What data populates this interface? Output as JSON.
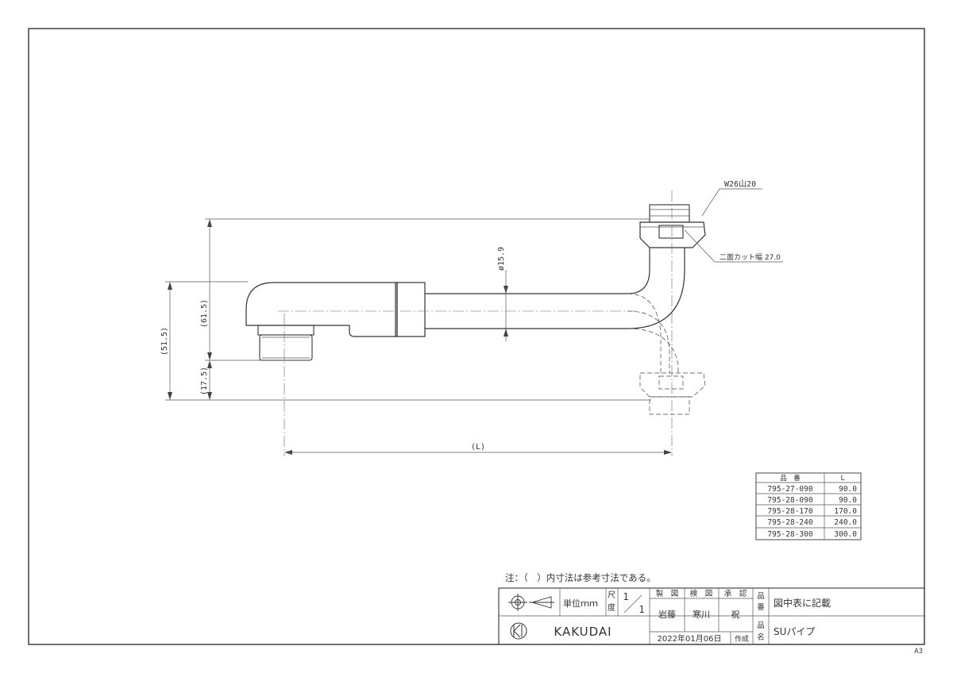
{
  "drawing": {
    "thread_label": "W26山20",
    "cut_width_label": "二面カット幅 27.0",
    "diameter_label": "ø15.9",
    "dim_61_5": "(61.5)",
    "dim_51_5": "(51.5)",
    "dim_17_5": "(17.5)",
    "dim_L": "(L)"
  },
  "table": {
    "headers": [
      "品　番",
      "L"
    ],
    "rows": [
      [
        "795-27-090",
        "90.0"
      ],
      [
        "795-28-090",
        "90.0"
      ],
      [
        "795-28-170",
        "170.0"
      ],
      [
        "795-28-240",
        "240.0"
      ],
      [
        "795-28-300",
        "300.0"
      ]
    ]
  },
  "note": "注：（　）内寸法は参考寸法である。",
  "title_block": {
    "unit_label": "単位ｍｍ",
    "scale_label_1": "尺",
    "scale_label_2": "度",
    "scale_num": "1",
    "scale_den": "1",
    "made_label": "製　図",
    "checked_label": "検　図",
    "approved_label": "承　認",
    "made_by": "岩藤",
    "checked_by": "寒川",
    "approved_by": "祝",
    "part_no_label_1": "品",
    "part_no_label_2": "番",
    "part_no_value": "図中表に記載",
    "name_label_1": "品",
    "name_label_2": "名",
    "name_value": "SUパイプ",
    "date": "2022年01月06日",
    "created_label": "作成",
    "company": "KAKUDAI"
  },
  "sheet_size": "A3"
}
